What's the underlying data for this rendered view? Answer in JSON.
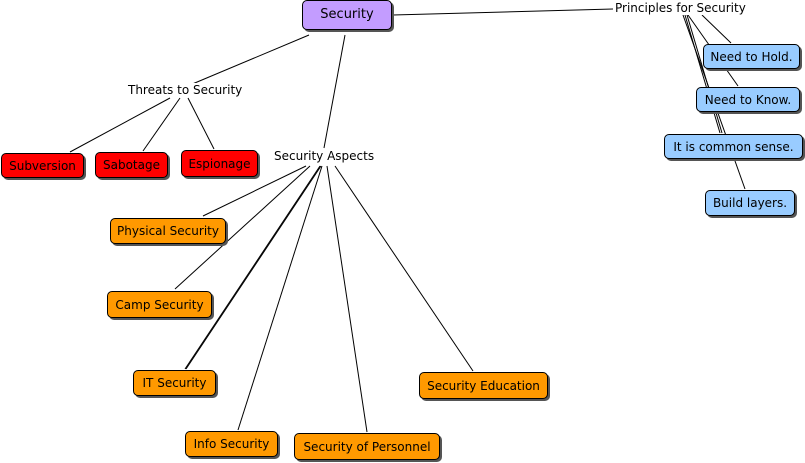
{
  "root": {
    "label": "Security"
  },
  "branches": {
    "threats": {
      "label": "Threats to Security"
    },
    "aspects": {
      "label": "Security Aspects"
    },
    "principles": {
      "label": "Principles for Security"
    }
  },
  "threats": [
    "Subversion",
    "Sabotage",
    "Espionage"
  ],
  "aspects": [
    "Physical Security",
    "Camp Security",
    "IT Security",
    "Info Security",
    "Security of Personnel",
    "Security Education"
  ],
  "principles": [
    "Need to Hold.",
    "Need to Know.",
    "It is common sense.",
    "Build layers."
  ],
  "colors": {
    "root": "#c39cff",
    "threat": "#ff0000",
    "aspect": "#ff9900",
    "principle": "#99ccff",
    "connector": "#000000"
  }
}
